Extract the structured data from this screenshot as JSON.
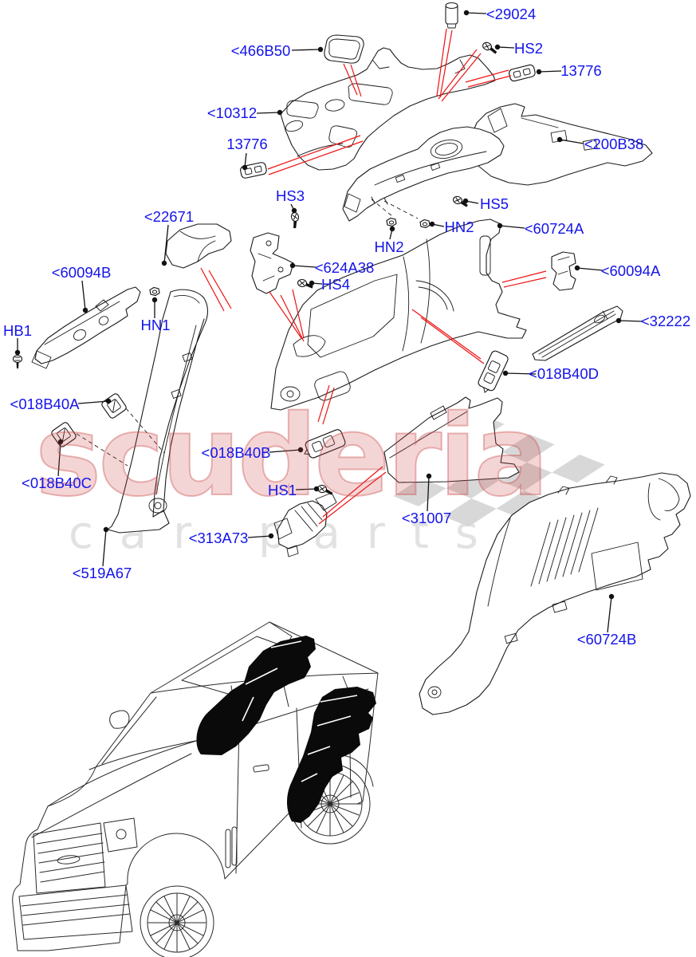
{
  "watermark": {
    "brand": "scuderia",
    "tagline": "car parts"
  },
  "labels": [
    {
      "id": "29024",
      "text": "<29024"
    },
    {
      "id": "HS2",
      "text": "HS2"
    },
    {
      "id": "13776-right",
      "text": "13776"
    },
    {
      "id": "466B50",
      "text": "<466B50"
    },
    {
      "id": "10312",
      "text": "<10312"
    },
    {
      "id": "200B38",
      "text": "<200B38"
    },
    {
      "id": "13776-left",
      "text": "13776"
    },
    {
      "id": "HS3",
      "text": "HS3"
    },
    {
      "id": "HS5",
      "text": "HS5"
    },
    {
      "id": "HN2-upper",
      "text": "HN2"
    },
    {
      "id": "60724A",
      "text": "<60724A"
    },
    {
      "id": "HN2-lower",
      "text": "HN2"
    },
    {
      "id": "22671",
      "text": "<22671"
    },
    {
      "id": "624A38",
      "text": "<624A38"
    },
    {
      "id": "HS4",
      "text": "HS4"
    },
    {
      "id": "60094A",
      "text": "<60094A"
    },
    {
      "id": "60094B",
      "text": "<60094B"
    },
    {
      "id": "HB1",
      "text": "HB1"
    },
    {
      "id": "HN1",
      "text": "HN1"
    },
    {
      "id": "32222",
      "text": "<32222"
    },
    {
      "id": "018B40D",
      "text": "<018B40D"
    },
    {
      "id": "018B40A",
      "text": "<018B40A"
    },
    {
      "id": "018B40C",
      "text": "<018B40C"
    },
    {
      "id": "018B40B",
      "text": "<018B40B"
    },
    {
      "id": "HS1",
      "text": "HS1"
    },
    {
      "id": "313A73",
      "text": "<313A73"
    },
    {
      "id": "519A67",
      "text": "<519A67"
    },
    {
      "id": "31007",
      "text": "<31007"
    },
    {
      "id": "60724B",
      "text": "<60724B"
    }
  ],
  "colors": {
    "label_blue": "#1414eb",
    "leader_black": "#111111",
    "reference_red": "#ee1111",
    "watermark_red": "#cc4444",
    "tagline_gray": "#e2e2e2",
    "checker_gray": "#d8d8d8",
    "highlight_black": "#0a0a0a",
    "background": "#ffffff"
  }
}
